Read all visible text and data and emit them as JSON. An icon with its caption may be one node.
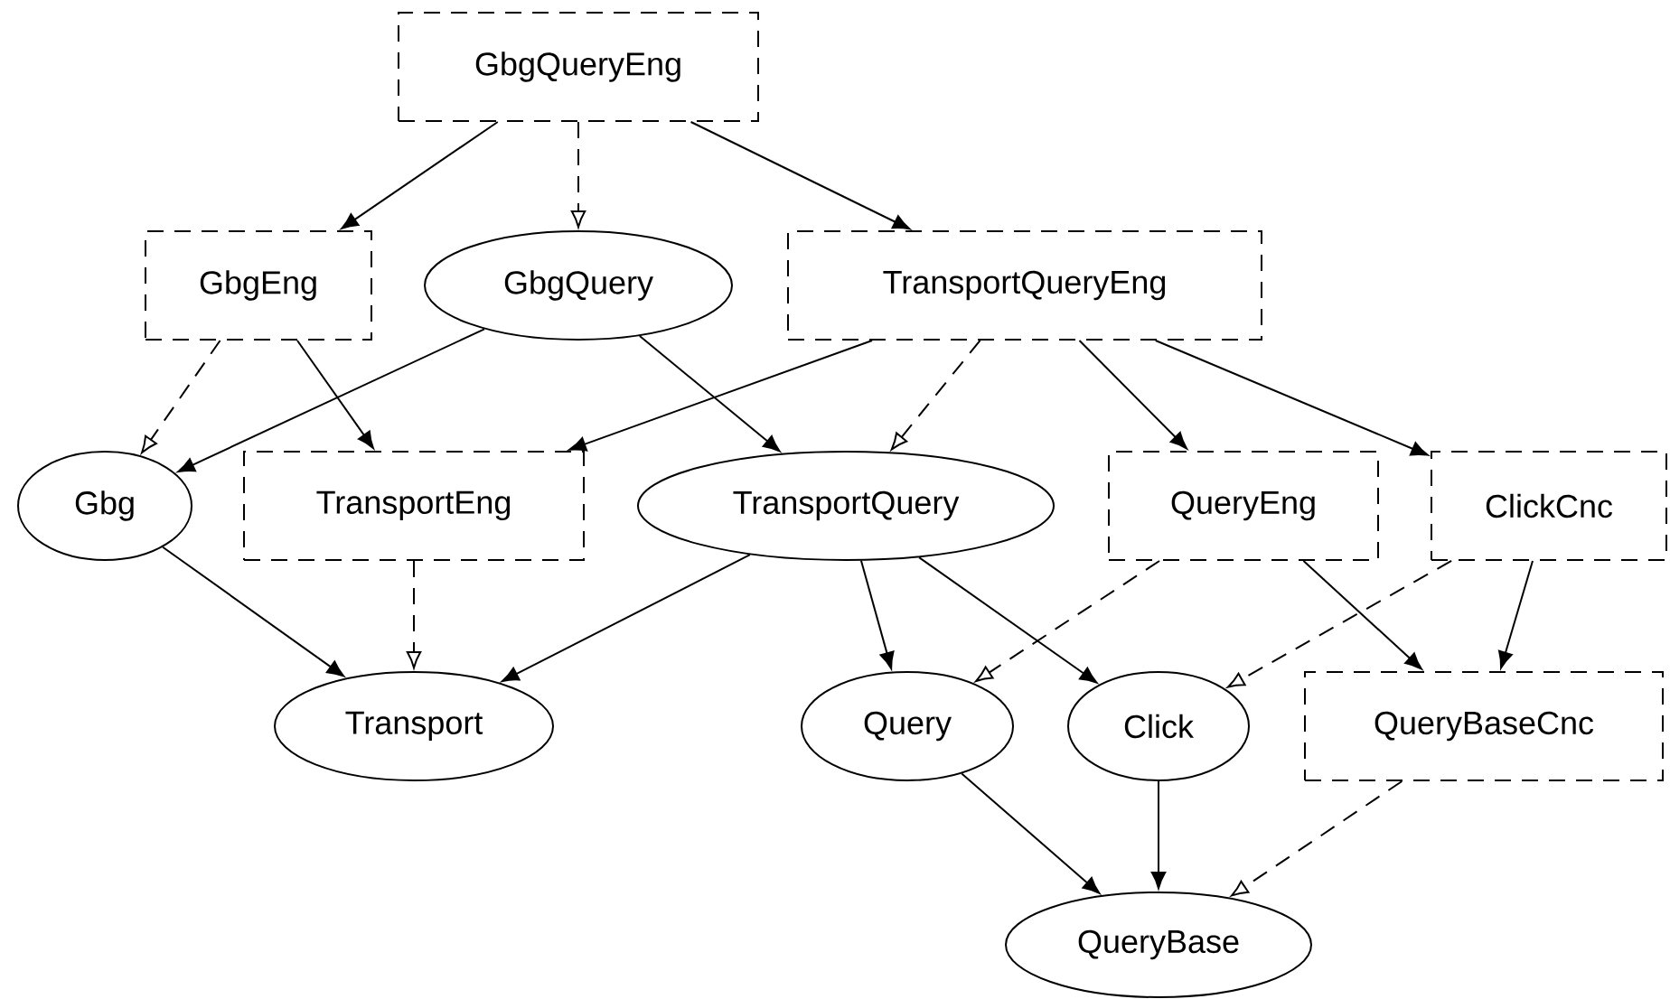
{
  "diagram": {
    "nodes": [
      {
        "text": [
          "GbgQueryEng"
        ]
      },
      {
        "text": [
          "GbgEng"
        ]
      },
      {
        "text": [
          "GbgQuery"
        ]
      },
      {
        "text": [
          "TransportQueryEng"
        ]
      },
      {
        "text": [
          "Gbg"
        ]
      },
      {
        "text": [
          "TransportEng"
        ]
      },
      {
        "text": [
          "TransportQuery"
        ]
      },
      {
        "text": [
          "QueryEng"
        ]
      },
      {
        "text": [
          "ClickCnc"
        ]
      },
      {
        "text": [
          "Transport"
        ]
      },
      {
        "text": [
          "Query"
        ]
      },
      {
        "text": [
          "Click"
        ]
      },
      {
        "text": [
          "QueryBaseCnc"
        ]
      },
      {
        "text": [
          "QueryBase"
        ]
      }
    ],
    "edges": [
      {
        "from": 0,
        "to": 1,
        "arrow": "to"
      },
      {
        "from": 0,
        "to": 2,
        "arrow": "to",
        "style": "dashed"
      },
      {
        "from": 0,
        "to": 3,
        "arrow": "to"
      },
      {
        "from": 1,
        "to": 4,
        "arrow": "to",
        "style": "dashed"
      },
      {
        "from": 1,
        "to": 5,
        "arrow": "to"
      },
      {
        "from": 2,
        "to": 4,
        "arrow": "to"
      },
      {
        "from": 2,
        "to": 6,
        "arrow": "to"
      },
      {
        "from": 3,
        "to": 5,
        "arrow": "to"
      },
      {
        "from": 3,
        "to": 6,
        "arrow": "to",
        "style": "dashed"
      },
      {
        "from": 3,
        "to": 7,
        "arrow": "to"
      },
      {
        "from": 3,
        "to": 8,
        "arrow": "to"
      },
      {
        "from": 4,
        "to": 9,
        "arrow": "to"
      },
      {
        "from": 5,
        "to": 9,
        "arrow": "to",
        "style": "dashed"
      },
      {
        "from": 6,
        "to": 9,
        "arrow": "to"
      },
      {
        "from": 6,
        "to": 10,
        "arrow": "to"
      },
      {
        "from": 6,
        "to": 11,
        "arrow": "to"
      },
      {
        "from": 7,
        "to": 10,
        "arrow": "to",
        "style": "dashed"
      },
      {
        "from": 7,
        "to": 12,
        "arrow": "to"
      },
      {
        "from": 8,
        "to": 11,
        "arrow": "to",
        "style": "dashed"
      },
      {
        "from": 8,
        "to": 12,
        "arrow": "to"
      },
      {
        "from": 10,
        "to": 13,
        "arrow": "to"
      },
      {
        "from": 11,
        "to": 13,
        "arrow": "to"
      },
      {
        "from": 12,
        "to": 13,
        "arrow": "to",
        "style": "dashed"
      }
    ]
  }
}
